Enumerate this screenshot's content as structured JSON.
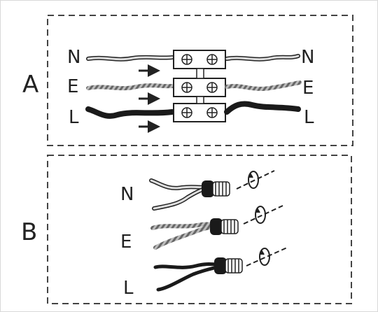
{
  "panels": [
    {
      "id": "A",
      "label": "A",
      "description_labels": {
        "left": [
          "N",
          "E",
          "L"
        ],
        "right": [
          "N",
          "E",
          "L"
        ]
      }
    },
    {
      "id": "B",
      "label": "B",
      "description_labels": {
        "left": [
          "N",
          "E",
          "L"
        ]
      }
    }
  ],
  "colors": {
    "line": "#222222",
    "neutral_fill": "#d9d9d9",
    "earth_fill": "#555555",
    "live_fill": "#1a1a1a",
    "frame_dash": "#444444"
  },
  "icons": [
    "terminal-screw-icon",
    "arrow-right-icon",
    "wire-nut-icon",
    "twist-rotation-icon"
  ]
}
